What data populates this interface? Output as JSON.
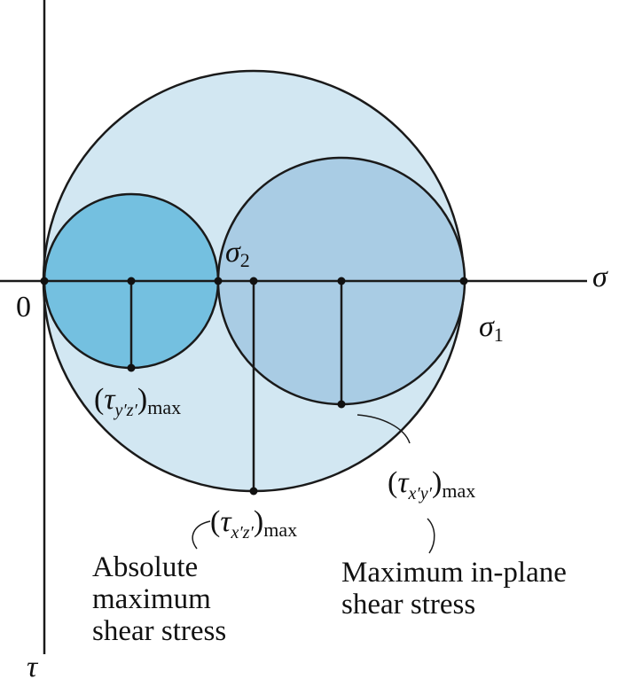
{
  "colors": {
    "large_circle_fill": "#d2e7f2",
    "small_circle_fill": "#74c0e0",
    "medium_circle_fill": "#a9cce4",
    "stroke": "#1a1a1a"
  },
  "axes": {
    "origin_label": "0",
    "sigma_axis_label": "σ",
    "tau_axis_label": "τ"
  },
  "points": {
    "sigma2": {
      "symbol": "σ",
      "sub": "2"
    },
    "sigma1": {
      "symbol": "σ",
      "sub": "1"
    }
  },
  "shear_labels": {
    "tau_yz": {
      "open": "(",
      "symbol": "τ",
      "sub": "y′z′",
      "close": ")",
      "tail": "max"
    },
    "tau_xz": {
      "open": "(",
      "symbol": "τ",
      "sub": "x′z′",
      "close": ")",
      "tail": "max"
    },
    "tau_xy": {
      "open": "(",
      "symbol": "τ",
      "sub": "x′y′",
      "close": ")",
      "tail": "max"
    }
  },
  "notes": {
    "absolute": [
      "Absolute",
      "maximum",
      "shear stress"
    ],
    "in_plane": [
      "Maximum in-plane",
      "shear stress"
    ]
  }
}
